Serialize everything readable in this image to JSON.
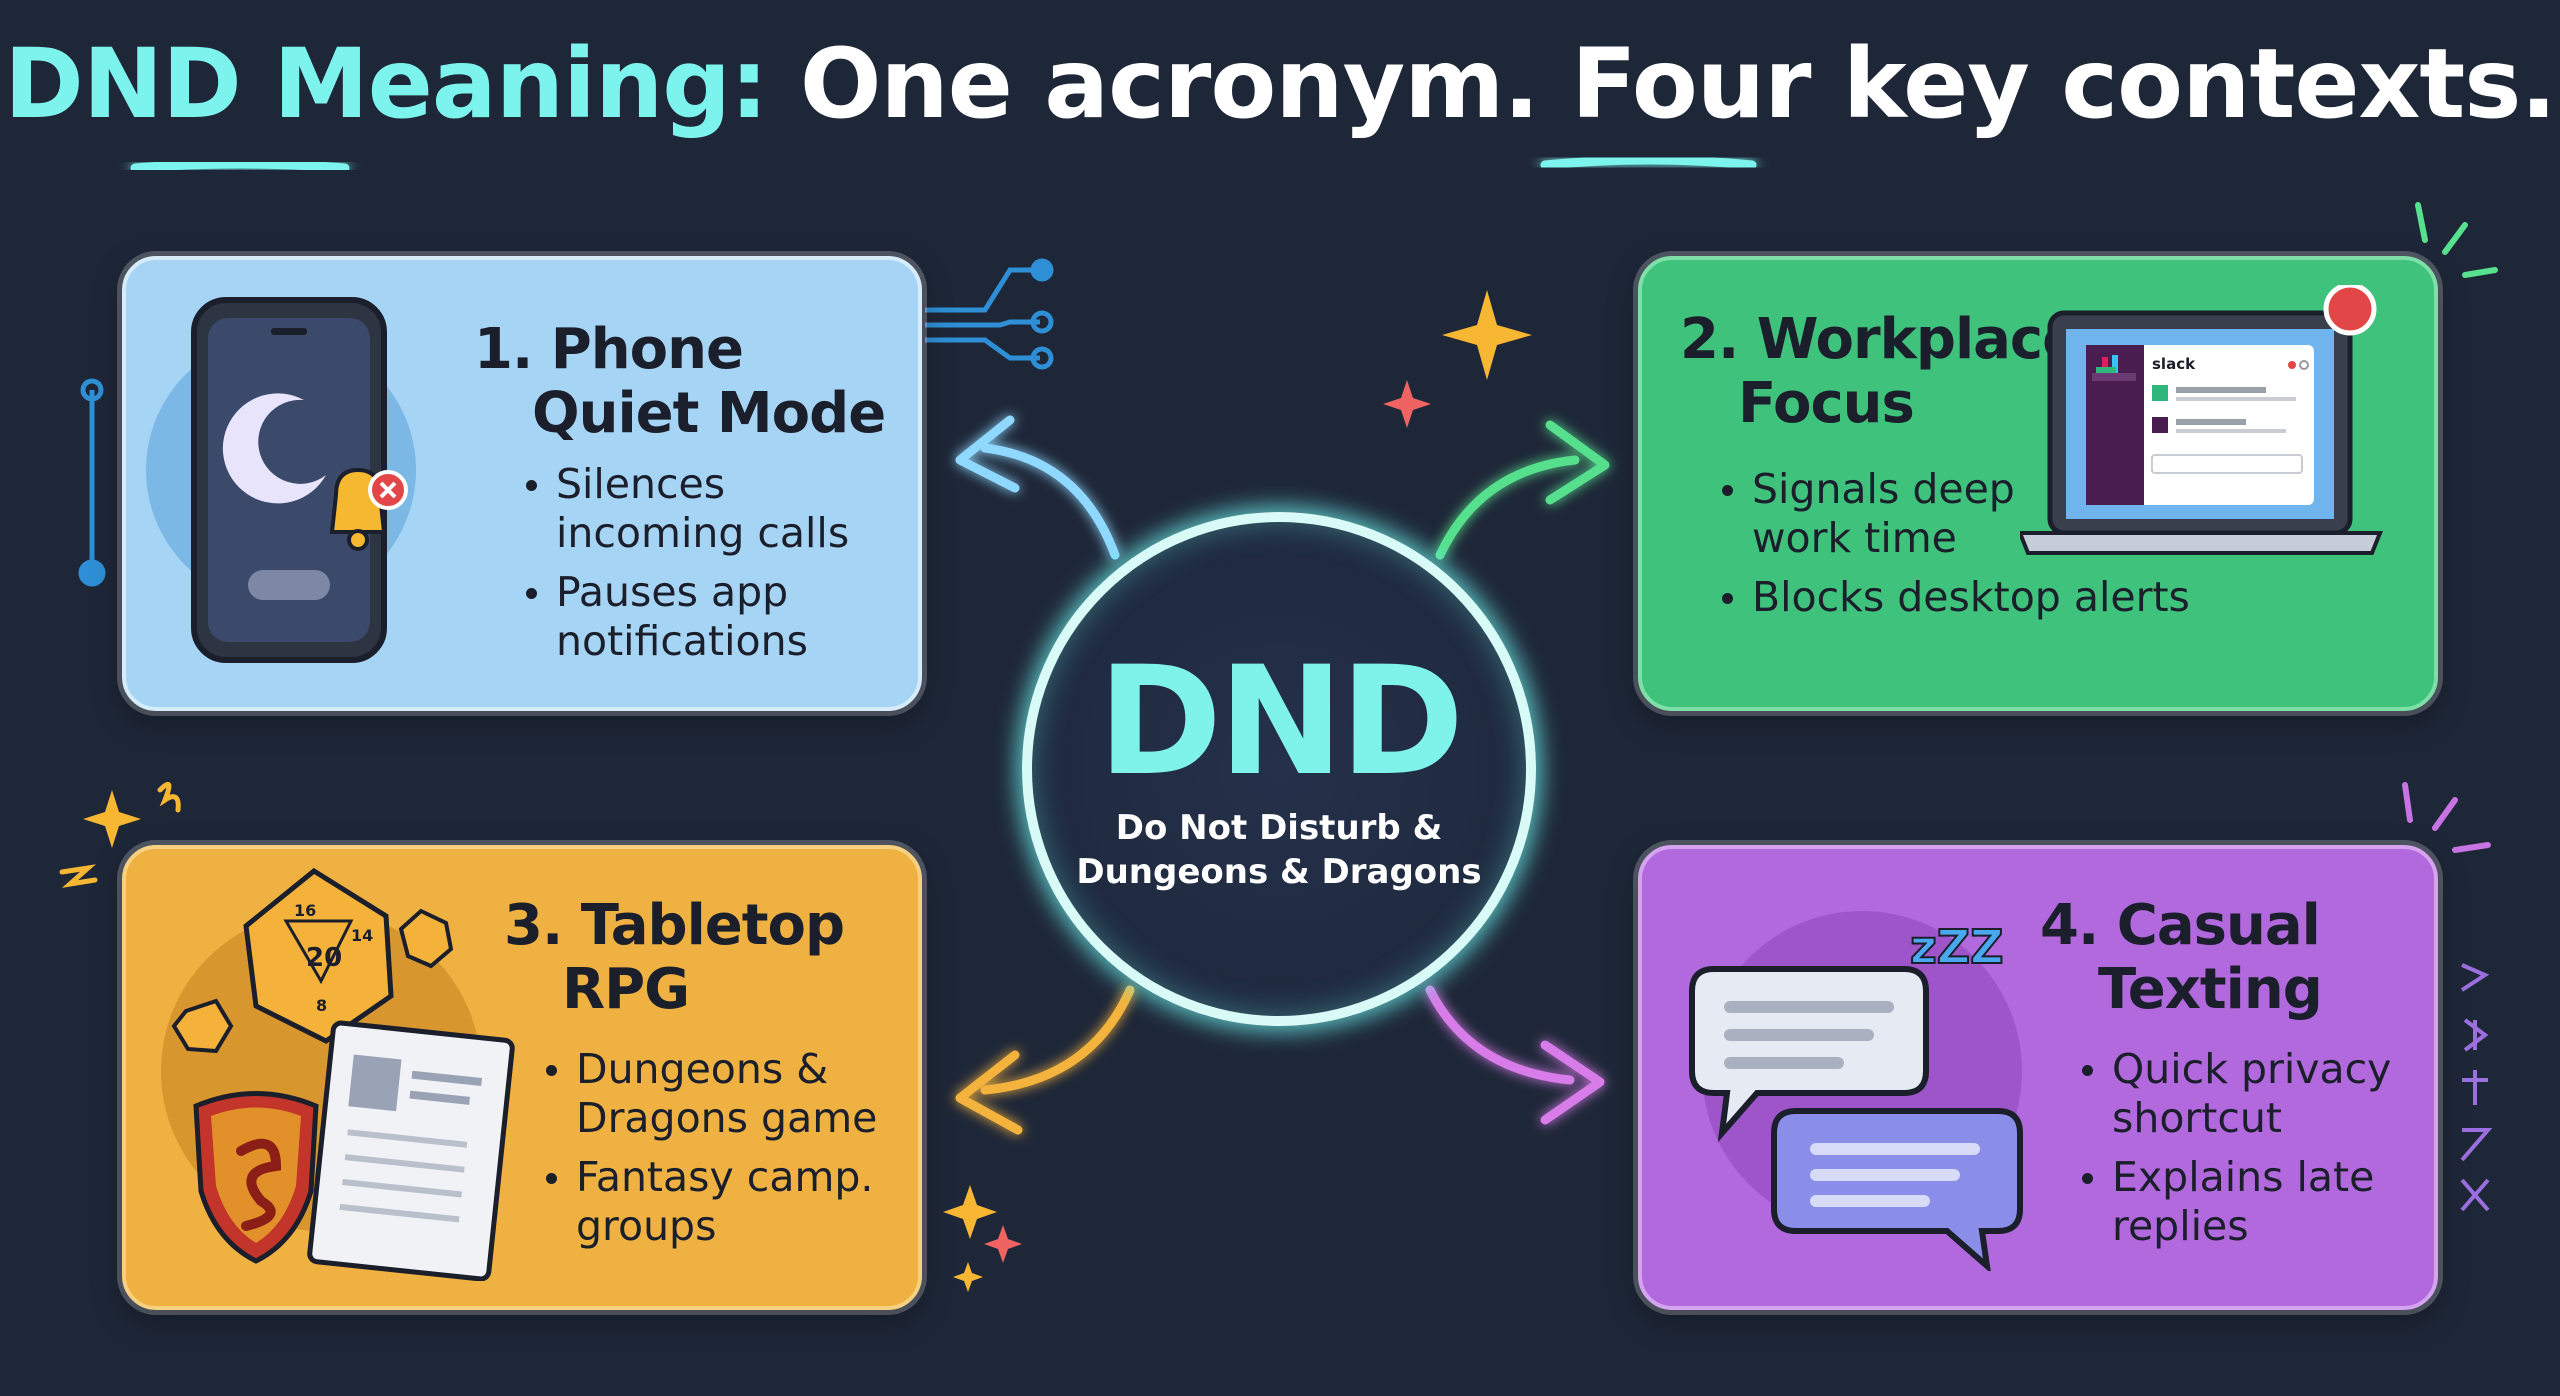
{
  "title": {
    "highlight": "DND Meaning:",
    "rest": " One acronym. Four key contexts."
  },
  "hub": {
    "label": "DND",
    "subtitle_line1": "Do Not Disturb &",
    "subtitle_line2": "Dungeons & Dragons"
  },
  "cards": [
    {
      "number": "1.",
      "title_line1": "Phone",
      "title_line2": "Quiet Mode",
      "bullets": [
        {
          "line1": "Silences",
          "line2": "incoming calls"
        },
        {
          "line1": "Pauses app",
          "line2": "notifications"
        }
      ],
      "color": "#a6d4f5"
    },
    {
      "number": "2.",
      "title_line1": "Workplace",
      "title_line2": "Focus",
      "bullets": [
        {
          "line1": "Signals deep",
          "line2": "work time"
        },
        {
          "line1": "Blocks desktop alerts",
          "line2": ""
        }
      ],
      "app_label": "slack",
      "color": "#3fc27c"
    },
    {
      "number": "3.",
      "title_line1": "Tabletop",
      "title_line2": "RPG",
      "bullets": [
        {
          "line1": "Dungeons &",
          "line2": "Dragons game"
        },
        {
          "line1": "Fantasy camp.",
          "line2": "groups"
        }
      ],
      "dice_labels": [
        "16",
        "14",
        "20",
        "8"
      ],
      "color": "#eeb142"
    },
    {
      "number": "4.",
      "title_line1": "Casual",
      "title_line2": "Texting",
      "bullets": [
        {
          "line1": "Quick privacy",
          "line2": "shortcut"
        },
        {
          "line1": "Explains late",
          "line2": "replies"
        }
      ],
      "sleep_letters": "zZZ",
      "color": "#b169dd"
    }
  ],
  "colors": {
    "background": "#1e2738",
    "accent": "#7df3ee",
    "text_dark": "#1b1f2b"
  }
}
